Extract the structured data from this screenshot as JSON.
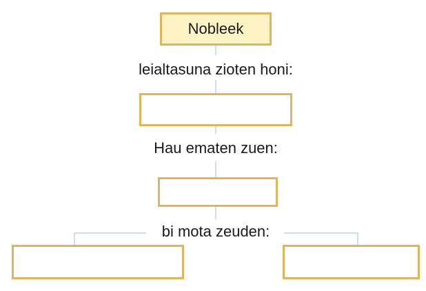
{
  "diagram": {
    "root": {
      "label": "Nobleek"
    },
    "steps": [
      {
        "label": "leialtasuna zioten honi:"
      },
      {
        "label": "Hau ematen zuen:"
      },
      {
        "label": "bi mota zeuden:"
      }
    ],
    "answer_boxes": [
      {
        "value": ""
      },
      {
        "value": ""
      },
      {
        "value": ""
      },
      {
        "value": ""
      }
    ]
  },
  "colors": {
    "box_border": "#e0b35d",
    "root_fill": "#fdf3c4",
    "connector": "#8fc4dc"
  }
}
